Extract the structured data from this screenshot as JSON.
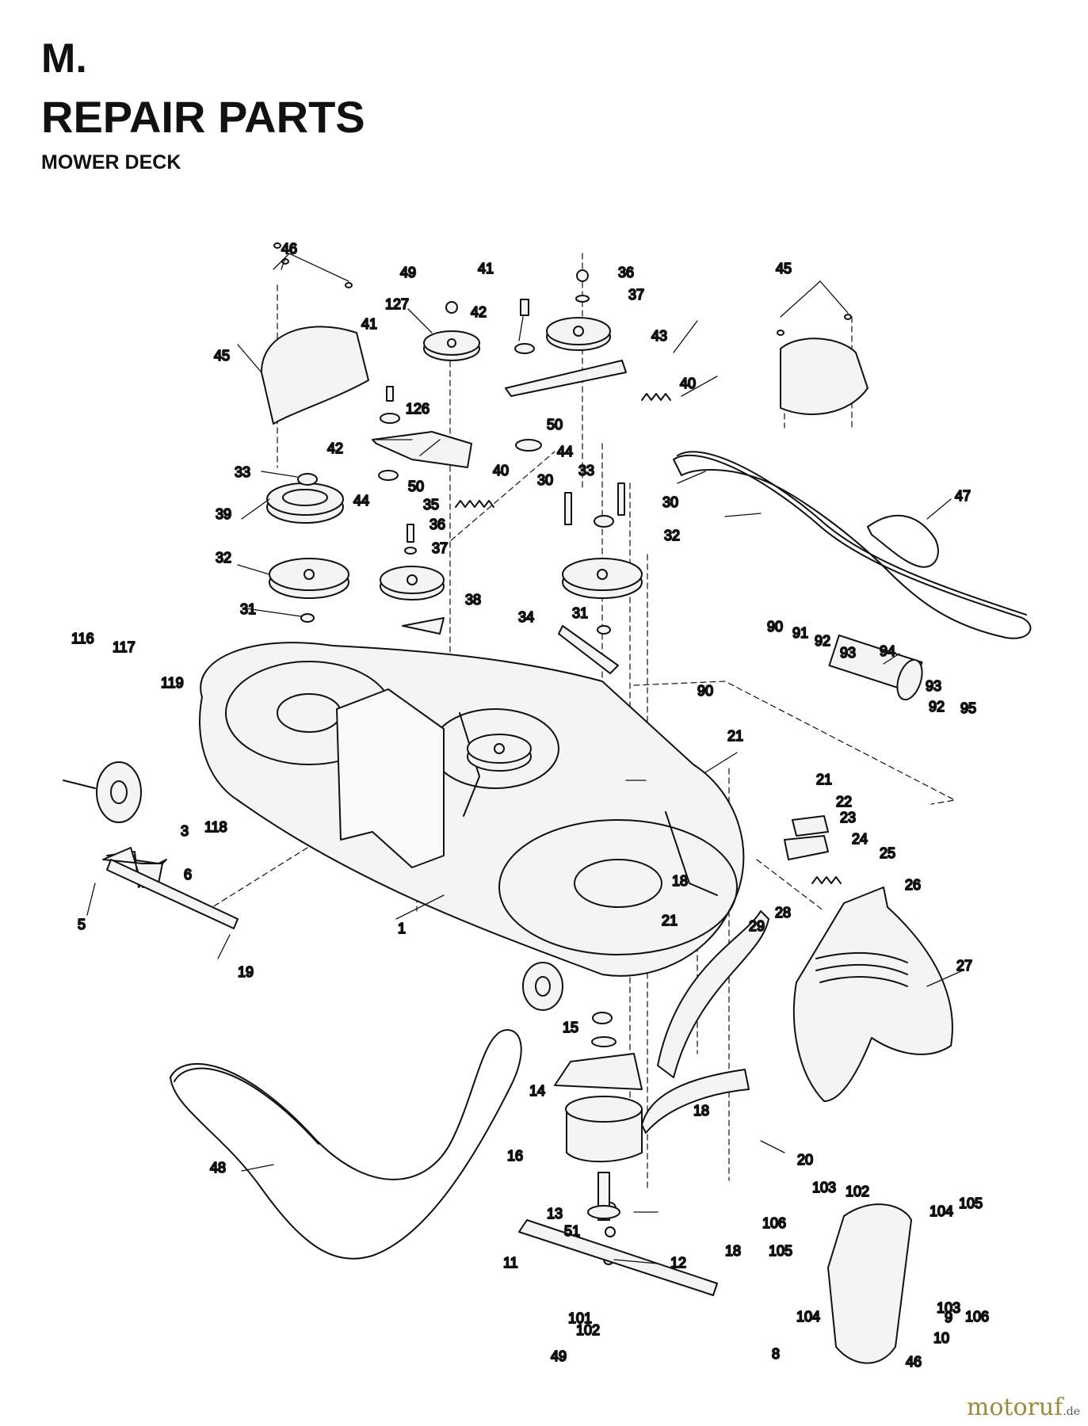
{
  "header": {
    "section": "M.",
    "title": "REPAIR PARTS",
    "subtitle": "MOWER DECK"
  },
  "watermark": {
    "brand": "motoruf",
    "tld": ".de"
  },
  "colors": {
    "line": "#111111",
    "fill": "#f4f4f4",
    "watermark": "#a08a3a"
  },
  "callouts": [
    "46",
    "49",
    "41",
    "36",
    "37",
    "127",
    "42",
    "43",
    "45",
    "40",
    "41",
    "126",
    "42",
    "50",
    "44",
    "33",
    "40",
    "44",
    "50",
    "35",
    "30",
    "33",
    "30",
    "39",
    "36",
    "37",
    "32",
    "32",
    "47",
    "38",
    "31",
    "31",
    "34",
    "90",
    "116",
    "117",
    "91",
    "92",
    "93",
    "94",
    "119",
    "90",
    "93",
    "92",
    "95",
    "21",
    "21",
    "22",
    "23",
    "118",
    "3",
    "24",
    "18",
    "6",
    "25",
    "26",
    "28",
    "5",
    "29",
    "1",
    "21",
    "27",
    "19",
    "15",
    "14",
    "18",
    "16",
    "20",
    "48",
    "13",
    "103",
    "102",
    "51",
    "106",
    "104",
    "105",
    "11",
    "12",
    "18",
    "105",
    "104",
    "103",
    "106",
    "10",
    "9",
    "101",
    "102",
    "8",
    "46",
    "49",
    "45"
  ]
}
